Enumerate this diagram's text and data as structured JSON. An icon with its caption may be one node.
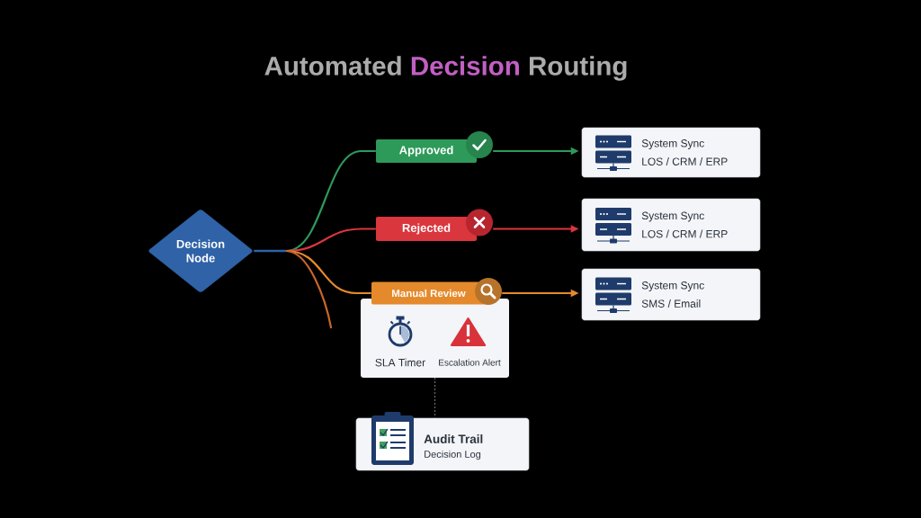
{
  "diagram": {
    "title": "Automated **Decision** Routing",
    "nodes": [
      {
        "text": [
          "Decision Node"
        ]
      },
      {
        "text": [
          "Approved"
        ]
      },
      {
        "text": [
          "Rejected"
        ]
      },
      {
        "text": [
          "Manual Review"
        ]
      },
      {
        "text": [
          "System Sync",
          "LOS / CRM / ERP"
        ]
      },
      {
        "text": [
          "System Sync",
          "LOS / CRM / ERP"
        ]
      },
      {
        "text": [
          "System Sync",
          "SMS / Email"
        ]
      },
      {
        "text": [
          "SLA Timer",
          "Escalation Alert"
        ]
      },
      {
        "text": [
          "Audit Trail",
          "Decision Log"
        ]
      }
    ],
    "edges": [
      {
        "from": 0,
        "to": 1,
        "arrow": "none",
        "color": "#2e9a5a"
      },
      {
        "from": 1,
        "to": 4,
        "arrow": "to",
        "color": "#2e9a5a"
      },
      {
        "from": 0,
        "to": 2,
        "arrow": "none",
        "color": "#d9363e"
      },
      {
        "from": 2,
        "to": 5,
        "arrow": "to",
        "color": "#d9363e"
      },
      {
        "from": 0,
        "to": 3,
        "arrow": "none",
        "color": "#e58a2c"
      },
      {
        "from": 3,
        "to": 6,
        "arrow": "to",
        "color": "#e58a2c"
      },
      {
        "from": 0,
        "to": null,
        "arrow": "none",
        "color": "#c9652a"
      },
      {
        "from": 7,
        "to": 8,
        "arrow": "none",
        "style": "dashed",
        "color": "#8a8a8a"
      }
    ]
  }
}
